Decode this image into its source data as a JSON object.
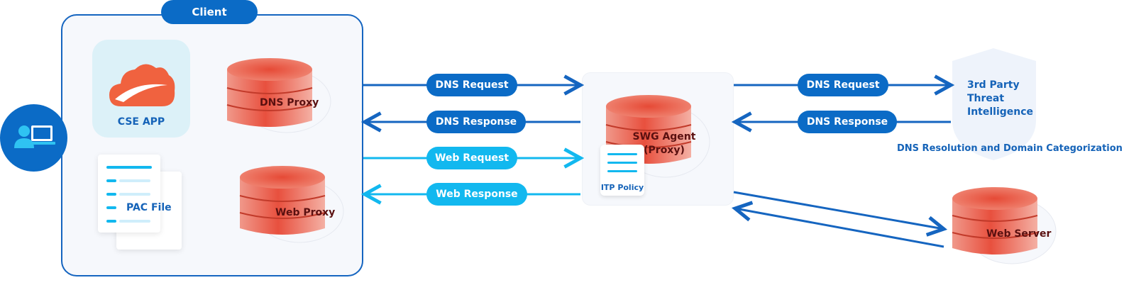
{
  "client": {
    "title": "Client"
  },
  "cse_app": {
    "label": "CSE APP"
  },
  "dns_proxy": {
    "label": "DNS Proxy"
  },
  "pac_file": {
    "label": "PAC File"
  },
  "web_proxy": {
    "label": "Web Proxy"
  },
  "swg_agent": {
    "label_line1": "SWG Agent",
    "label_line2": "(Proxy)"
  },
  "itp_policy": {
    "label": "ITP Policy"
  },
  "third_party": {
    "line1": "3rd Party",
    "line2": "Threat",
    "line3": "Intelligence"
  },
  "dns_resolution_caption": "DNS Resolution and Domain Categorization",
  "web_server": {
    "label": "Web Server"
  },
  "flows": {
    "left": {
      "dns_request": "DNS Request",
      "dns_response": "DNS Response",
      "web_request": "Web Request",
      "web_response": "Web Response"
    },
    "right": {
      "dns_request": "DNS Request",
      "dns_response": "DNS Response"
    }
  },
  "colors": {
    "primary_blue": "#0b6bc6",
    "light_blue": "#12b8ef",
    "database_red": "#e8503e",
    "panel_bg": "#f6f8fc"
  }
}
